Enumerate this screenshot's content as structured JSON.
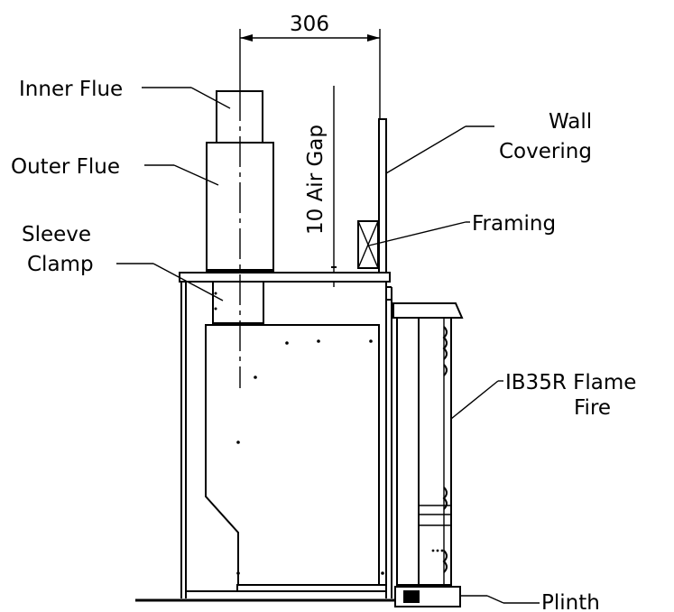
{
  "dimension": {
    "value": "306"
  },
  "air_gap": {
    "label": "10 Air Gap"
  },
  "callouts": {
    "inner_flue": "Inner Flue",
    "outer_flue": "Outer Flue",
    "sleeve_clamp_line1": "Sleeve",
    "sleeve_clamp_line2": "Clamp",
    "wall_covering_line1": "Wall",
    "wall_covering_line2": "Covering",
    "framing": "Framing",
    "fire_line1": "IB35R Flame",
    "fire_line2": "Fire",
    "plinth": "Plinth"
  }
}
